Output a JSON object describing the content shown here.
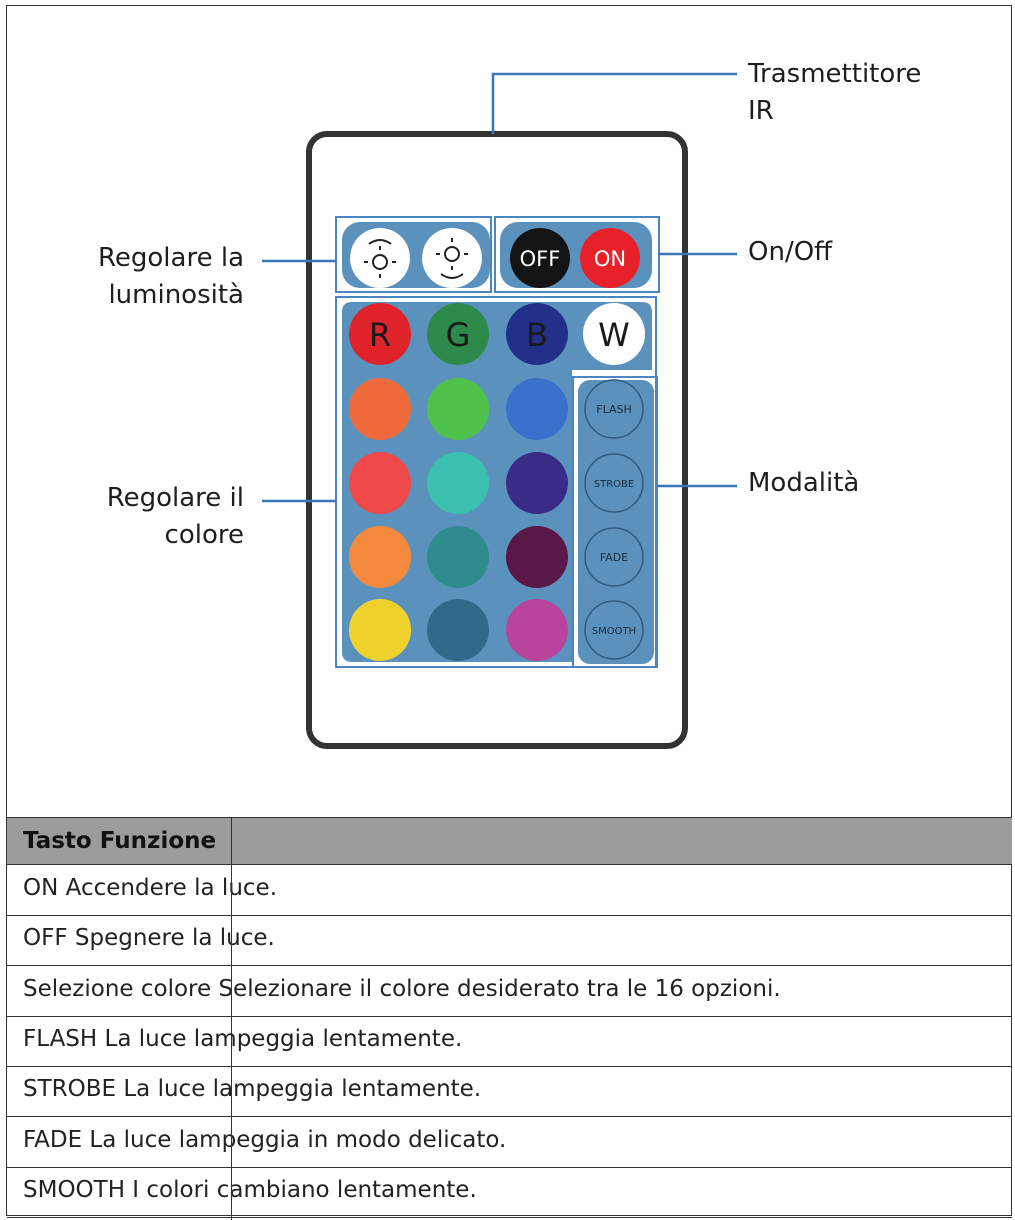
{
  "callouts": {
    "ir": [
      "Trasmettitore",
      "IR"
    ],
    "brightness": [
      "Regolare la",
      "luminosità"
    ],
    "onoff": [
      "On/Off"
    ],
    "color": [
      "Regolare il",
      "colore"
    ],
    "modes": [
      "Modalità"
    ]
  },
  "remote": {
    "power_buttons": [
      {
        "label": "OFF",
        "color": "#141414"
      },
      {
        "label": "ON",
        "color": "#e8202a"
      }
    ],
    "rgbw_buttons": [
      {
        "label": "R",
        "color": "#e0222a",
        "text_color": "#1a1a1a"
      },
      {
        "label": "G",
        "color": "#2e8a4a",
        "text_color": "#1a1a1a"
      },
      {
        "label": "B",
        "color": "#23308a",
        "text_color": "#1a1a1a"
      },
      {
        "label": "W",
        "color": "#ffffff",
        "text_color": "#1a1a1a"
      }
    ],
    "color_grid": [
      [
        "#ef6a3a",
        "#4ec24a",
        "#3a6fcc"
      ],
      [
        "#ee4848",
        "#3cc0b0",
        "#3a2c86"
      ],
      [
        "#f58a3c",
        "#2e8c8c",
        "#5a1848"
      ],
      [
        "#f0d22e",
        "#2f6a8a",
        "#b8449c"
      ]
    ],
    "mode_buttons": [
      "FLASH",
      "STROBE",
      "FADE",
      "SMOOTH"
    ],
    "panel_color": "#5b92bd",
    "outline_color": "#4b86c2"
  },
  "table": {
    "header": "Tasto Funzione",
    "rows": [
      "ON Accendere la luce.",
      "OFF Spegnere la luce.",
      "Selezione colore Selezionare il colore desiderato tra le 16 opzioni.",
      "FLASH La luce lampeggia lentamente.",
      "STROBE La luce lampeggia lentamente.",
      "FADE La luce lampeggia in modo delicato.",
      "SMOOTH I colori cambiano lentamente."
    ]
  }
}
